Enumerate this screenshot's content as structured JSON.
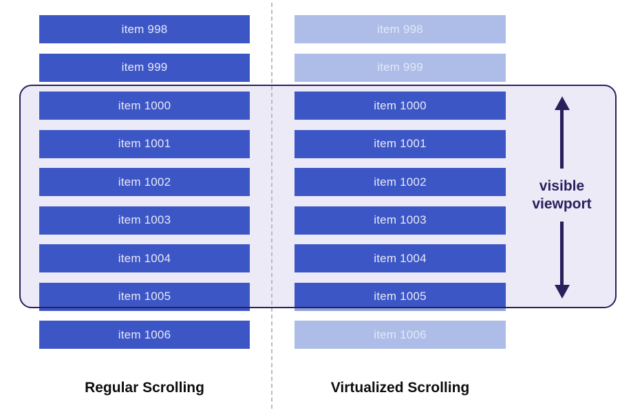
{
  "colors": {
    "item_blue": "#3D56C5",
    "item_faded_blue": "#AEBDE8",
    "item_partial_sliver": "#8FA2DB",
    "viewport_fill": "#EDEAF8",
    "viewport_navy": "#2A1F5D",
    "divider_gray": "#B8BBC3",
    "caption_black": "#0D0D0D"
  },
  "columns": [
    {
      "label": "Regular Scrolling",
      "items": [
        {
          "label": "item 998",
          "state": "solid"
        },
        {
          "label": "item 999",
          "state": "solid"
        },
        {
          "label": "item 1000",
          "state": "solid"
        },
        {
          "label": "item 1001",
          "state": "solid"
        },
        {
          "label": "item 1002",
          "state": "solid"
        },
        {
          "label": "item 1003",
          "state": "solid"
        },
        {
          "label": "item 1004",
          "state": "solid"
        },
        {
          "label": "item 1005",
          "state": "solid"
        },
        {
          "label": "item 1006",
          "state": "solid"
        }
      ]
    },
    {
      "label": "Virtualized Scrolling",
      "items": [
        {
          "label": "item 998",
          "state": "faded"
        },
        {
          "label": "item 999",
          "state": "faded"
        },
        {
          "label": "item 1000",
          "state": "solid"
        },
        {
          "label": "item 1001",
          "state": "solid"
        },
        {
          "label": "item 1002",
          "state": "solid"
        },
        {
          "label": "item 1003",
          "state": "solid"
        },
        {
          "label": "item 1004",
          "state": "solid"
        },
        {
          "label": "item 1005",
          "state": "partial"
        },
        {
          "label": "item 1006",
          "state": "faded"
        }
      ]
    }
  ],
  "viewport": {
    "label_line1": "visible",
    "label_line2": "viewport"
  }
}
